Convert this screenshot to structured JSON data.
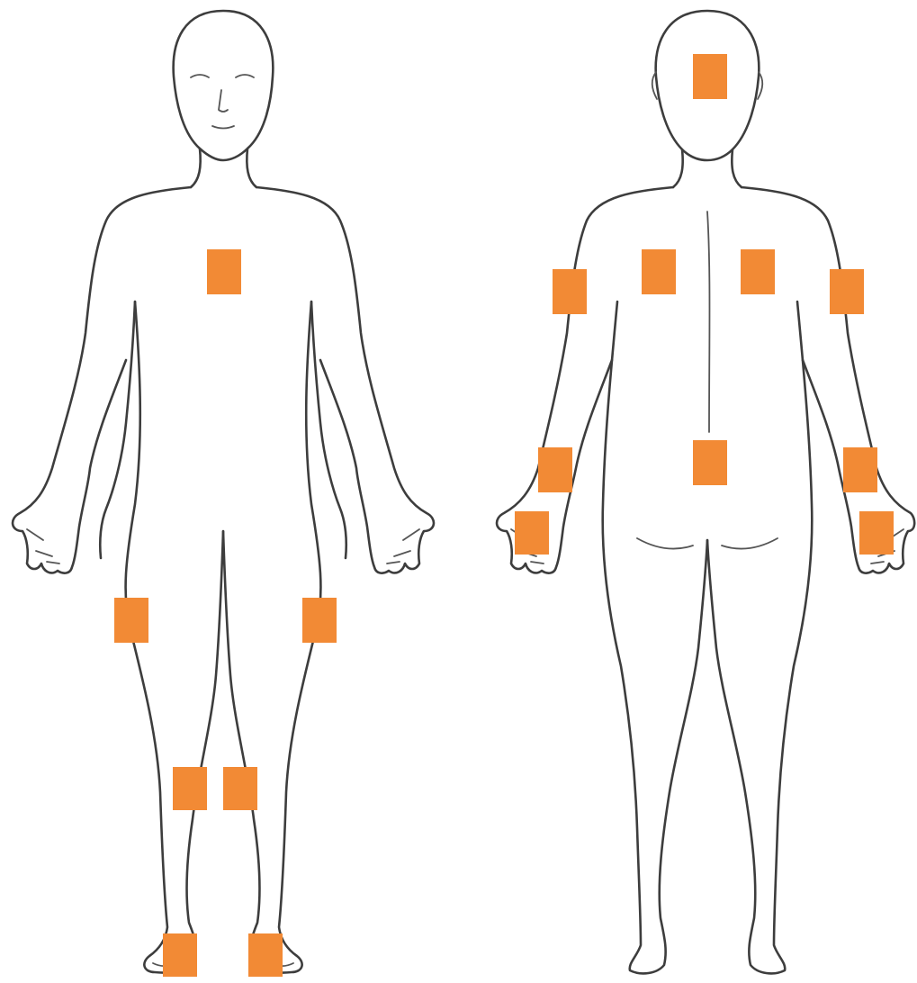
{
  "colors": {
    "patch": "#F28A35",
    "outline": "#3d3d3d",
    "background": "#ffffff"
  },
  "front_view": {
    "name": "front",
    "patches": [
      "upper-chest",
      "left-thigh",
      "right-thigh",
      "left-knee",
      "right-knee",
      "left-ankle",
      "right-ankle"
    ]
  },
  "back_view": {
    "name": "back",
    "patches": [
      "back-of-head",
      "left-upper-back",
      "right-upper-back",
      "left-upper-arm",
      "right-upper-arm",
      "lower-back",
      "left-forearm",
      "right-forearm",
      "left-hand",
      "right-hand"
    ]
  }
}
